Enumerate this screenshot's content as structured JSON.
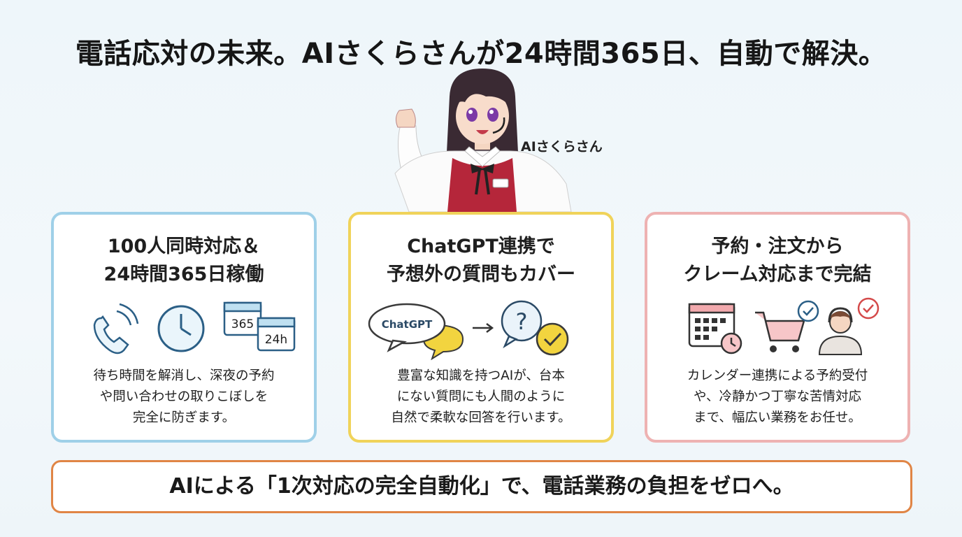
{
  "headline": "電話応対の未来。AIさくらさんが24時間365日、自動で解決。",
  "mascot": {
    "name": "AIさくらさん"
  },
  "cards": [
    {
      "title": [
        "100人同時対応＆",
        "24時間365日稼働"
      ],
      "icons": [
        "phone-ringing-icon",
        "clock-icon",
        "calendar-365-icon",
        "calendar-24h-icon"
      ],
      "icon_labels": {
        "calendar_365": "365",
        "calendar_24h": "24h"
      },
      "body": [
        "待ち時間を解消し、深夜の予約",
        "や問い合わせの取りこぼしを",
        "完全に防ぎます。"
      ],
      "border_color": "#9fd0e8"
    },
    {
      "title": [
        "ChatGPT連携で",
        "予想外の質問もカバー"
      ],
      "icons": [
        "chat-bubble-icon",
        "arrow-right-icon",
        "question-bubble-icon",
        "check-circle-icon"
      ],
      "icon_labels": {
        "chat_bubble": "ChatGPT",
        "question": "?"
      },
      "body": [
        "豊富な知識を持つAIが、台本",
        "にない質問にも人間のように",
        "自然で柔軟な回答を行います。"
      ],
      "border_color": "#f0d35a"
    },
    {
      "title": [
        "予約・注文から",
        "クレーム対応まで完結"
      ],
      "icons": [
        "calendar-clock-icon",
        "shopping-cart-check-icon",
        "operator-headset-icon",
        "check-bubble-icon"
      ],
      "body": [
        "カレンダー連携による予約受付",
        "や、冷静かつ丁寧な苦情対応",
        "まで、幅広い業務をお任せ。"
      ],
      "border_color": "#eeb2b2"
    }
  ],
  "banner": "AIによる「1次対応の完全自動化」で、電話業務の負担をゼロへ。",
  "colors": {
    "accent_orange": "#e08545",
    "accent_yellow": "#f2d43f",
    "accent_blue": "#4a7fa8",
    "accent_red": "#b5263a"
  }
}
